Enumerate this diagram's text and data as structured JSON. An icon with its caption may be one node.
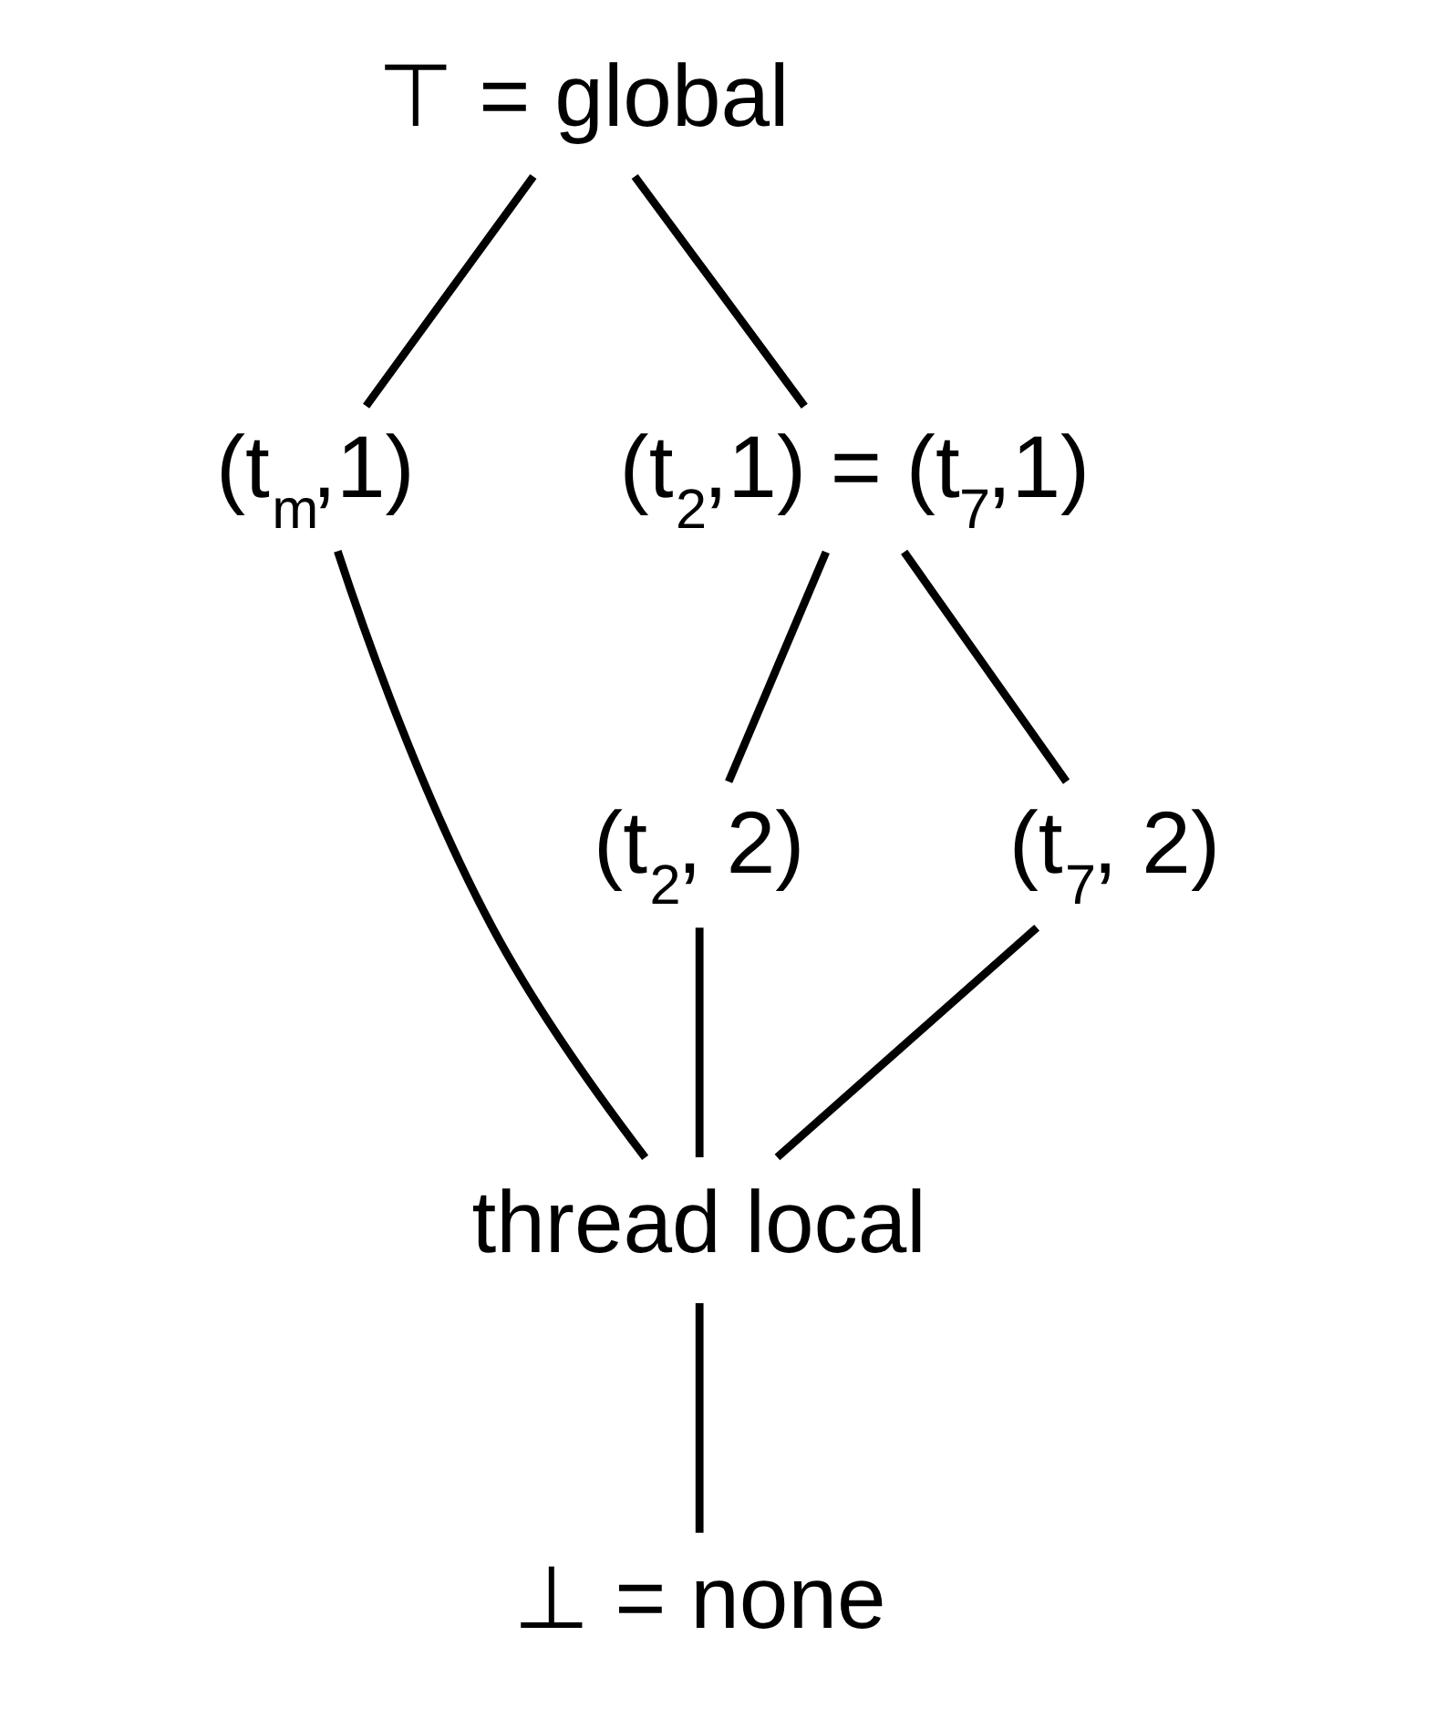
{
  "diagram": {
    "nodes": [
      {
        "text": [
          "⊤ = global"
        ]
      },
      {
        "text": [
          "(t$_{m}$,1)"
        ]
      },
      {
        "text": [
          "(t$_{2}$,1) = (t$_{7}$,1)"
        ]
      },
      {
        "text": [
          "(t$_{2}$, 2)"
        ]
      },
      {
        "text": [
          "(t$_{7}$, 2)"
        ]
      },
      {
        "text": [
          "thread local"
        ]
      },
      {
        "text": [
          "⊥ = none"
        ]
      }
    ],
    "edges": [
      {
        "from": 0,
        "to": 1,
        "arrow": "none"
      },
      {
        "from": 0,
        "to": 2,
        "arrow": "none"
      },
      {
        "from": 2,
        "to": 3,
        "arrow": "none"
      },
      {
        "from": 2,
        "to": 4,
        "arrow": "none"
      },
      {
        "from": 1,
        "to": 5,
        "arrow": "none"
      },
      {
        "from": 3,
        "to": 5,
        "arrow": "none"
      },
      {
        "from": 4,
        "to": 5,
        "arrow": "none"
      },
      {
        "from": 5,
        "to": 6,
        "arrow": "none"
      }
    ]
  }
}
